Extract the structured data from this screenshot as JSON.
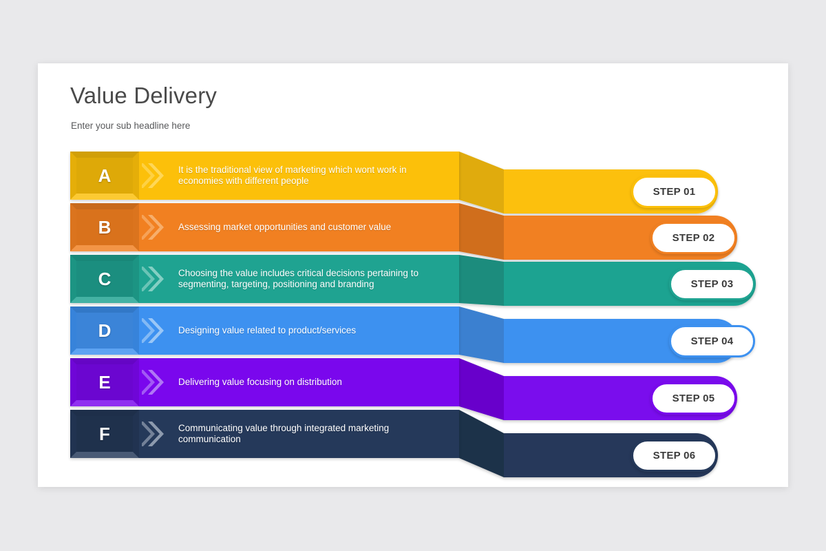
{
  "slide": {
    "title": "Value Delivery",
    "subtitle": "Enter your sub headline here",
    "background_color": "#e9e9eb",
    "card_color": "#ffffff"
  },
  "rows": [
    {
      "letter": "A",
      "description": "It is the traditional view of marketing which wont work in economies with different people",
      "step_label": "STEP 01",
      "color": "#FCC00A",
      "fold_color": "#E0AB0B",
      "badge_color": "#DEA908",
      "chevron_color": "#FFD757"
    },
    {
      "letter": "B",
      "description": "Assessing market opportunities and customer value",
      "step_label": "STEP 02",
      "color": "#F18021",
      "fold_color": "#D06E1C",
      "badge_color": "#D9721C",
      "chevron_color": "#F7AE6B"
    },
    {
      "letter": "C",
      "description": "Choosing the value includes critical decisions pertaining to segmenting, targeting, positioning and branding",
      "step_label": "STEP 03",
      "color": "#1FA391",
      "fold_color": "#1A8C7D",
      "badge_color": "#1B8E7F",
      "chevron_color": "#84CFC3"
    },
    {
      "letter": "D",
      "description": "Designing value related to product/services",
      "step_label": "STEP 04",
      "color": "#3D91F0",
      "fold_color": "#3A80D0",
      "badge_color": "#3B84D8",
      "chevron_color": "#9AC7F7"
    },
    {
      "letter": "E",
      "description": "Delivering value focusing on distribution",
      "step_label": "STEP 05",
      "color": "#7A07ED",
      "fold_color": "#6806CB",
      "badge_color": "#6B06D0",
      "chevron_color": "#B077F5"
    },
    {
      "letter": "F",
      "description": "Communicating value through integrated marketing communication",
      "step_label": "STEP 06",
      "color": "#25395A",
      "fold_color": "#1E3049",
      "badge_color": "#1F314C",
      "chevron_color": "#8D9AAE"
    }
  ]
}
